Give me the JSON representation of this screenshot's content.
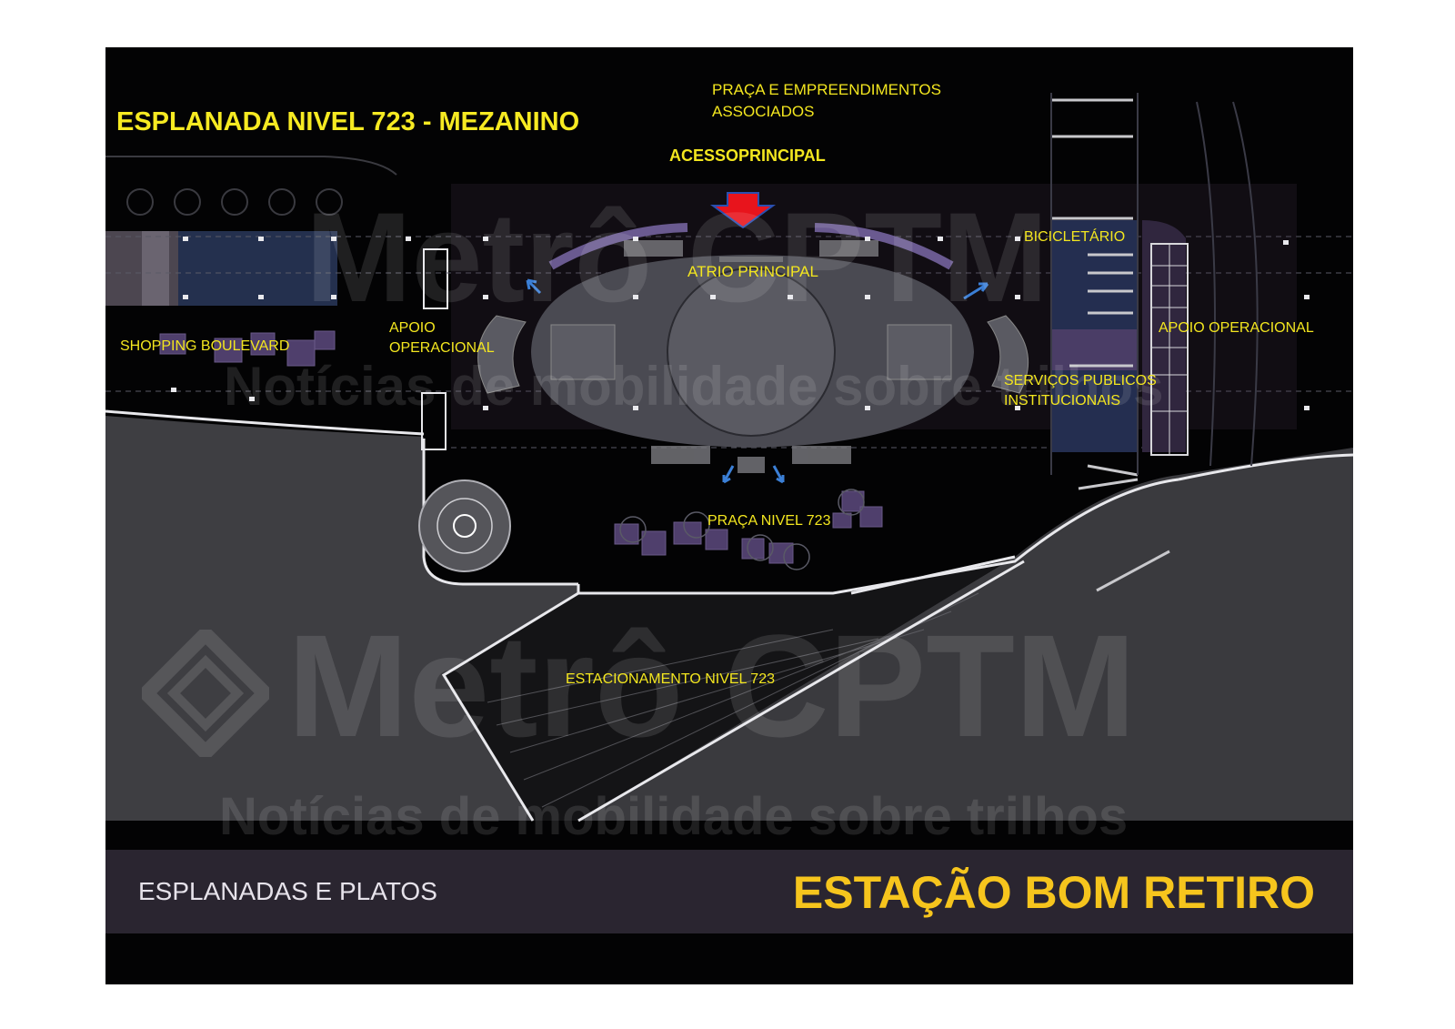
{
  "title": "ESPLANADA NIVEL 723 - MEZANINO",
  "labels": {
    "praca_empreendimentos": [
      "PRAÇA E EMPREENDIMENTOS",
      "ASSOCIADOS"
    ],
    "acesso_principal": "ACESSOPRINCIPAL",
    "atrio_principal": "ATRIO PRINCIPAL",
    "bicicletario": "BICICLETÁRIO",
    "apoio_operacional_left": [
      "APOIO",
      "OPERACIONAL"
    ],
    "apoio_operacional_right": "APOIO OPERACIONAL",
    "shopping_boulevard": "SHOPPING BOULEVARD",
    "servicos_publicos": [
      "SERVIÇOS PUBLICOS",
      "INSTITUCIONAIS"
    ],
    "praca_nivel": "PRAÇA NIVEL 723",
    "estacionamento": "ESTACIONAMENTO NIVEL 723"
  },
  "watermark": {
    "brand": "Metrô CPTM",
    "tagline": "Notícias de mobilidade sobre trilhos"
  },
  "footer": {
    "left": "ESPLANADAS E PLATOS",
    "right": "ESTAÇÃO BOM RETIRO"
  },
  "colors": {
    "background": "#030304",
    "label_yellow": "#f3e61f",
    "footer_title": "#f6c51d",
    "arrow_red": "#e8141c",
    "arrow_blue": "#3b7fd6",
    "plaza_gray": "#4a4a4e",
    "purple": "#5c4a78"
  }
}
